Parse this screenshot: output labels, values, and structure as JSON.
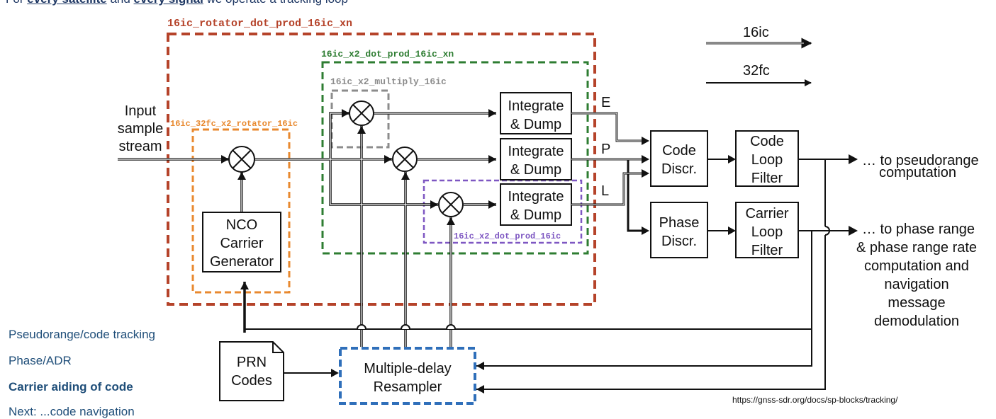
{
  "slide": {
    "top_line": {
      "prefix": "For",
      "link1": "every satellite",
      "middle": "and",
      "link2": "every signal",
      "suffix": "we operate a tracking loop"
    },
    "bullets": [
      {
        "text": "Pseudorange/code tracking",
        "bold": false
      },
      {
        "text": "Phase/ADR",
        "bold": false
      },
      {
        "text": "Carrier aiding of code",
        "bold": true
      },
      {
        "text": "Next: ...code navigation",
        "bold": false
      }
    ],
    "source_url": "https://gnss-sdr.org/docs/sp-blocks/tracking/"
  },
  "diagram": {
    "kernels": {
      "rotator_dot_prod": {
        "label": "16ic_rotator_dot_prod_16ic_xn",
        "color": "#b5432a"
      },
      "x2_dot_prod_xn": {
        "label": "16ic_x2_dot_prod_16ic_xn",
        "color": "#2e7d32"
      },
      "x2_multiply": {
        "label": "16ic_x2_multiply_16ic",
        "color": "#8c8c8c"
      },
      "rotator_32fc": {
        "label": "16ic_32fc_x2_rotator_16ic",
        "color": "#e8892f"
      },
      "x2_dot_prod": {
        "label": "16ic_x2_dot_prod_16ic",
        "color": "#7e57c2"
      }
    },
    "legend": {
      "type_16ic": "16ic",
      "type_32fc": "32fc"
    },
    "input": {
      "line1": "Input",
      "line2": "sample",
      "line3": "stream"
    },
    "nco": {
      "line1": "NCO",
      "line2": "Carrier",
      "line3": "Generator"
    },
    "integrate": {
      "line1": "Integrate",
      "line2": "& Dump"
    },
    "taps": {
      "early": "E",
      "prompt": "P",
      "late": "L"
    },
    "code_discr": {
      "line1": "Code",
      "line2": "Discr."
    },
    "phase_discr": {
      "line1": "Phase",
      "line2": "Discr."
    },
    "code_filter": {
      "line1": "Code",
      "line2": "Loop",
      "line3": "Filter"
    },
    "carrier_filter": {
      "line1": "Carrier",
      "line2": "Loop",
      "line3": "Filter"
    },
    "prn": {
      "line1": "PRN",
      "line2": "Codes"
    },
    "resampler": {
      "line1": "Multiple-delay",
      "line2": "Resampler",
      "color": "#2f6fba"
    },
    "output_pseudorange": {
      "line1": "… to pseudorange",
      "line2": "computation"
    },
    "output_phase": {
      "line1": "… to phase range",
      "line2": "& phase range rate",
      "line3": "computation and",
      "line4": "navigation",
      "line5": "message",
      "line6": "demodulation"
    }
  }
}
